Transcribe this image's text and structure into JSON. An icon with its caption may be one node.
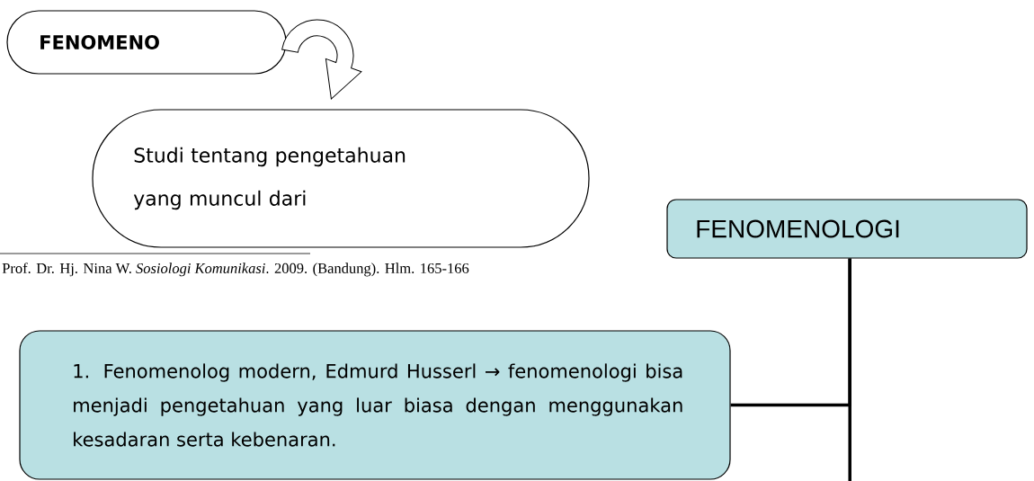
{
  "diagram": {
    "nodes": [
      {
        "text": [
          "FENOMENO"
        ]
      },
      {
        "text": [
          "Studi tentang pengetahuan yang muncul dari"
        ]
      },
      {
        "text": [
          "FENOMENOLOGI"
        ]
      },
      {
        "text": [
          "1. Fenomenolog modern, Edmurd Husserl → fenomenologi bisa menjadi pengetahuan yang luar biasa dengan menggunakan kesadaran serta kebenaran."
        ]
      }
    ],
    "edges": [
      {
        "from": 0,
        "to": 1,
        "arrow": "to"
      },
      {
        "from": 2,
        "to": 3,
        "arrow": "none"
      },
      {
        "from": 2,
        "to": null,
        "arrow": "none"
      }
    ],
    "labels": [
      "Prof. Dr. Hj. Nina W. *Sosiologi Komunikasi*. 2009. (Bandung). Hlm. 165-166"
    ]
  }
}
